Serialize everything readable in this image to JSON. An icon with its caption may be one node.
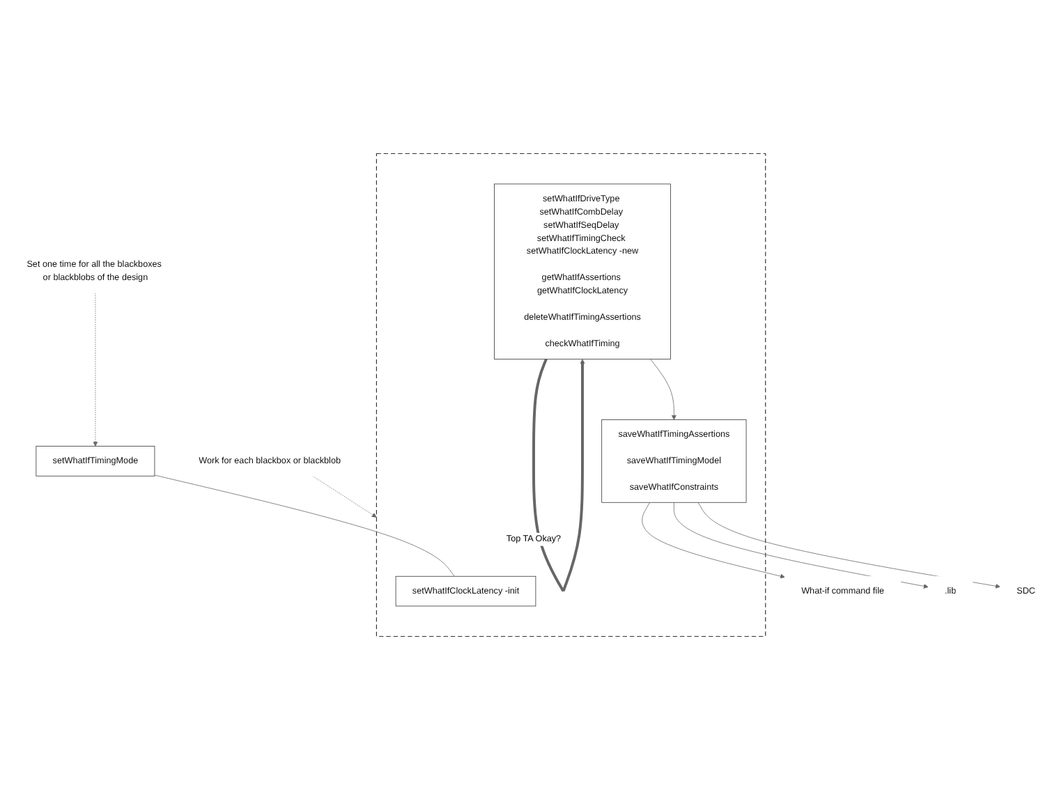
{
  "diagram": {
    "nodes": [
      {
        "text": [
          "setWhatIfTimingMode"
        ]
      },
      {
        "text": [],
        "shape": "box"
      },
      {
        "text": [
          "setWhatIfClockLatency -init"
        ],
        "in": 1
      },
      {
        "text": [
          "setWhatIfDriveType setWhatIfCombDelay setWhatIfSeqDelay setWhatIfTimingCheck setWhatIfClockLatency -new",
          "getWhatIfAssertions getWhatIfClockLatency",
          "deleteWhatIfTimingAssertions",
          "checkWhatIfTiming"
        ],
        "in": 1
      },
      {
        "text": [
          "saveWhatIfTimingAssertions",
          "saveWhatIfTimingModel",
          "saveWhatIfConstraints"
        ],
        "in": 1
      },
      {
        "text": [
          "Set one time for all the blackboxes or blackblobs of the design"
        ]
      },
      {
        "text": [
          "Work for each blackbox or blackblob"
        ]
      },
      {
        "text": [
          "What-if command file"
        ]
      },
      {
        "text": [
          ".lib"
        ]
      },
      {
        "text": [
          "SDC"
        ]
      }
    ],
    "edges": [
      {
        "from": 0,
        "to": 2,
        "arrow": "none"
      },
      {
        "from": 3,
        "to": 3,
        "arrow": "to",
        "label": "Top TA Okay?",
        "style": "thick"
      },
      {
        "from": 3,
        "to": 4,
        "arrow": "to"
      },
      {
        "from": 5,
        "to": 0,
        "arrow": "to",
        "style": "dashed"
      },
      {
        "from": 6,
        "to": 1,
        "arrow": "to",
        "style": "dashed"
      },
      {
        "from": 4,
        "to": 7,
        "arrow": "to"
      },
      {
        "from": 4,
        "to": 8,
        "arrow": "to"
      },
      {
        "from": 4,
        "to": 9,
        "arrow": "to"
      }
    ]
  }
}
